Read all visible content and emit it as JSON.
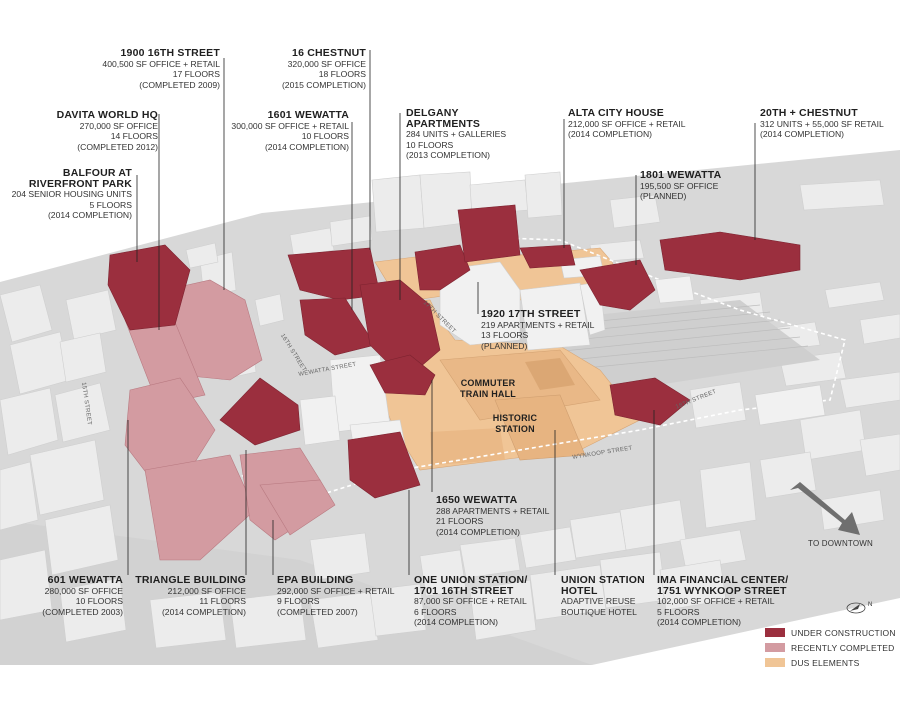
{
  "labels": [
    {
      "id": "1900-16th",
      "title": "1900 16TH STREET",
      "lines": [
        "400,500 SF OFFICE + RETAIL",
        "17 FLOORS",
        "(COMPLETED 2009)"
      ]
    },
    {
      "id": "16-chestnut",
      "title": "16 CHESTNUT",
      "lines": [
        "320,000 SF OFFICE",
        "18 FLOORS",
        "(2015 COMPLETION)"
      ]
    },
    {
      "id": "davita",
      "title": "DAVITA WORLD HQ",
      "lines": [
        "270,000 SF OFFICE",
        "14 FLOORS",
        "(COMPLETED 2012)"
      ]
    },
    {
      "id": "1601-wewatta",
      "title": "1601 WEWATTA",
      "lines": [
        "300,000 SF OFFICE + RETAIL",
        "10 FLOORS",
        "(2014 COMPLETION)"
      ]
    },
    {
      "id": "delgany",
      "title": "DELGANY APARTMENTS",
      "lines": [
        "284 UNITS + GALLERIES",
        "10 FLOORS",
        "(2013 COMPLETION)"
      ]
    },
    {
      "id": "alta",
      "title": "ALTA CITY HOUSE",
      "lines": [
        "212,000 SF OFFICE + RETAIL",
        "(2014 COMPLETION)"
      ]
    },
    {
      "id": "20th-chestnut",
      "title": "20TH + CHESTNUT",
      "lines": [
        "312 UNITS + 55,000 SF RETAIL",
        "(2014 COMPLETION)"
      ]
    },
    {
      "id": "balfour",
      "title": "BALFOUR AT RIVERFRONT PARK",
      "lines": [
        "204 SENIOR HOUSING UNITS",
        "5 FLOORS",
        "(2014 COMPLETION)"
      ]
    },
    {
      "id": "1801-wewatta",
      "title": "1801 WEWATTA",
      "lines": [
        "195,500 SF OFFICE",
        "(PLANNED)"
      ]
    },
    {
      "id": "1920-17th",
      "title": "1920 17TH STREET",
      "lines": [
        "219 APARTMENTS + RETAIL",
        "13 FLOORS",
        "(PLANNED)"
      ]
    },
    {
      "id": "1650-wewatta",
      "title": "1650 WEWATTA",
      "lines": [
        "288 APARTMENTS + RETAIL",
        "21 FLOORS",
        "(2014 COMPLETION)"
      ]
    },
    {
      "id": "601-wewatta",
      "title": "601 WEWATTA",
      "lines": [
        "280,000 SF OFFICE",
        "10 FLOORS",
        "(COMPLETED 2003)"
      ]
    },
    {
      "id": "triangle",
      "title": "TRIANGLE BUILDING",
      "lines": [
        "212,000 SF OFFICE",
        "11 FLOORS",
        "(2014 COMPLETION)"
      ]
    },
    {
      "id": "epa",
      "title": "EPA BUILDING",
      "lines": [
        "292,000 SF OFFICE + RETAIL",
        "9 FLOORS",
        "(COMPLETED 2007)"
      ]
    },
    {
      "id": "one-union",
      "title": "ONE UNION STATION/ 1701 16TH STREET",
      "lines": [
        "87,000 SF OFFICE + RETAIL",
        "6 FLOORS",
        "(2014 COMPLETION)"
      ]
    },
    {
      "id": "union-hotel",
      "title": "UNION STATION HOTEL",
      "lines": [
        "ADAPTIVE REUSE",
        "BOUTIQUE HOTEL"
      ]
    },
    {
      "id": "ima",
      "title": "IMA FINANCIAL CENTER/ 1751 WYNKOOP STREET",
      "lines": [
        "102,000 SF OFFICE + RETAIL",
        "5 FLOORS",
        "(2014 COMPLETION)"
      ]
    },
    {
      "id": "commuter",
      "title": "COMMUTER TRAIN HALL",
      "lines": []
    },
    {
      "id": "historic",
      "title": "HISTORIC STATION",
      "lines": []
    }
  ],
  "streets": {
    "s15th": "15TH STREET",
    "s16th": "16TH STREET",
    "s17th": "17TH STREET",
    "s18th": "18TH STREET",
    "wewatta": "WEWATTA STREET",
    "wynkoop": "WYNKOOP STREET"
  },
  "to_downtown": "TO DOWNTOWN",
  "north": "N",
  "legend": [
    {
      "label": "UNDER CONSTRUCTION",
      "color": "#9b2f3e"
    },
    {
      "label": "RECENTLY COMPLETED",
      "color": "#d39ba1"
    },
    {
      "label": "DUS ELEMENTS",
      "color": "#f0c596"
    }
  ],
  "colors": {
    "background": "#ffffff",
    "ground": "#d6d6d6",
    "building": "#e8e8e8",
    "under_construction": "#9b2f3e",
    "recently_completed": "#d39ba1",
    "dus": "#f0c596",
    "leader": "#222222"
  }
}
